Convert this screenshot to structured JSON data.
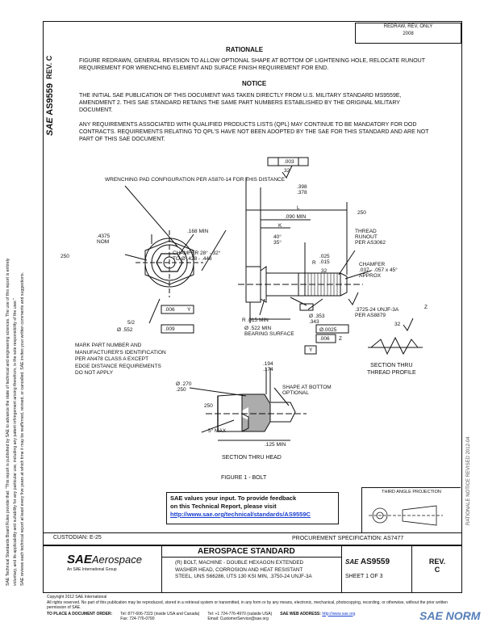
{
  "left_margin": {
    "rev_label": "REV.",
    "rev_value": "C",
    "doc_number": "AS9559",
    "side_text_1": "SAE Technical Standards Board Rules provide that: \"This report is published by SAE to advance the state of technical and engineering sciences. The use of this report is entirely",
    "side_text_2": "voluntary, and its applicability and suitability for any particular use, including any patent infringement arising therefrom, is the sole responsibility of the user.\"",
    "side_text_3": "SAE reviews each technical report at least every five years at which time it may be reaffirmed, revised, or cancelled. SAE invites your written comments and suggestions."
  },
  "stamp": {
    "line1": "REDRAW, REV, ONLY",
    "line2": "2008"
  },
  "right_margin": {
    "text": "RATIONALE   NOTICE   REVISED 2012-04"
  },
  "rationale": {
    "heading": "RATIONALE",
    "body": "FIGURE REDRAWN, GENERAL REVISION TO ALLOW OPTIONAL SHAPE AT BOTTOM OF LIGHTENING HOLE, RELOCATE RUNOUT REQUIREMENT FOR WRENCHING ELEMENT AND SUFACE FINISH REQUIREMENT FOR END."
  },
  "notice": {
    "heading": "NOTICE",
    "para1": "THE INITIAL SAE PUBLICATION OF THIS DOCUMENT WAS TAKEN DIRECTLY FROM U.S. MILITARY STANDARD MS9559E, AMENDMENT 2. THIS SAE STANDARD RETAINS THE SAME PART NUMBERS ESTABLISHED BY THE ORIGINAL MILITARY DOCUMENT.",
    "para2": "ANY REQUIREMENTS ASSOCIATED WITH QUALIFIED PRODUCTS LISTS (QPL) MAY CONTINUE TO BE MANDATORY FOR DOD CONTRACTS. REQUIREMENTS RELATING TO QPL'S HAVE NOT BEEN ADOPTED BY THE SAE FOR THIS STANDARD AND ARE NOT PART OF THIS SAE DOCUMENT."
  },
  "drawing": {
    "wrenching_pad": "WRENCHING PAD CONFIGURATION\nPER AS870-14 FOR THIS DISTANCE",
    "d_4375": ".4375\nNOM",
    "d_250a": "250",
    "d_168": ".168 MIN",
    "chamfer1": "CHAMFER 28° - 32°\nTO Ø .428 - .448",
    "d_006": ".006",
    "d_y": "Y",
    "d_5_2": "5/2",
    "d_552": "Ø .552",
    "d_009": ".009",
    "mark_part": "MARK PART NUMBER AND\nMANUFACTURER'S IDENTIFICATION\nPER AN478 CLASS A EXCEPT\nEDGE DISTANCE REQUIREMENTS\nDO NOT APPLY",
    "d_003y": ".003",
    "d_32": "32",
    "d_398": ".398\n.378",
    "d_L": "L",
    "d_090": ".090 MIN",
    "d_K": "K",
    "d_40": "40°\n35°",
    "d_025": ".025\n.015",
    "d_R": "R",
    "d_250b": "250",
    "thread_runout": "THREAD\nRUNOUT\nPER AS3062",
    "chamfer2": "CHAMFER\n.037 - .057 x 45°\nAPPROX",
    "d_32b": "32",
    "d_R015": "R .015 MIN",
    "d_522": "Ø .522 MIN",
    "bearing": "BEARING SURFACE",
    "d_353": "Ø .353\n.343",
    "thread_spec": ".3725-24 UNJF-3A\nPER AS8879",
    "d_Z": "Z",
    "d_0025": "Ø.0025",
    "d_006y": ".006",
    "d_Zb": "Z",
    "d_Yb": "Y",
    "d_32c": "32",
    "section_thread": "SECTION THRU\nTHREAD PROFILE",
    "d_194": ".194\n.174",
    "d_270": "Ø .270\n.250",
    "d_250c": "250",
    "d_5max": "5° MAX",
    "shape_bottom": "SHAPE AT BOTTOM\nOPTIONAL",
    "d_125": ".125 MIN",
    "section_head": "SECTION THRU HEAD",
    "figure_caption": "FIGURE 1 - BOLT"
  },
  "feedback": {
    "line1": "SAE values your input. To provide feedback",
    "line2": "on this Technical Report, please visit",
    "link": "http://www.sae.org/technical/standards/AS9559C"
  },
  "third_angle": "THIRD ANGLE PROJECTION",
  "custodian": "CUSTODIAN: E-25",
  "procurement": "PROCUREMENT SPECIFICATION: AS7477",
  "title_block": {
    "logo_sae": "SAE",
    "logo_aero": "Aerospace",
    "logo_sub": "An SAE International Group",
    "standard": "AEROSPACE STANDARD",
    "desc1": "(R) BOLT, MACHINE - DOUBLE HEXAGON EXTENDED",
    "desc2": "WASHER HEAD, CORROSION AND HEAT RESISTANT",
    "desc3": "STEEL, UNS S66286, UTS 130 KSI MIN, .3750-24 UNJF-3A",
    "sae_small": "SAE",
    "number": "AS9559",
    "sheet": "SHEET 1 OF 3",
    "rev_label": "REV.",
    "rev_value": "C"
  },
  "footer": {
    "copyright": "Copyright 2012 SAE International",
    "rights": "All rights reserved. No part of this publication may be reproduced, stored in a retrieval system or transmitted, in any form or by any means, electronic, mechanical, photocopying, recording, or otherwise, without the prior written permission of SAE.",
    "order_label": "TO PLACE A DOCUMENT ORDER:",
    "tel1": "Tel: 877-606-7323 (inside USA and Canada)",
    "tel2": "Tel: +1 724-776-4970 (outside USA)",
    "fax": "Fax: 724-776-0790",
    "email": "Email: CustomerService@sae.org",
    "web": "SAE WEB ADDRESS:",
    "web_url": "http://www.sae.org"
  },
  "watermark": "SAE NORM"
}
